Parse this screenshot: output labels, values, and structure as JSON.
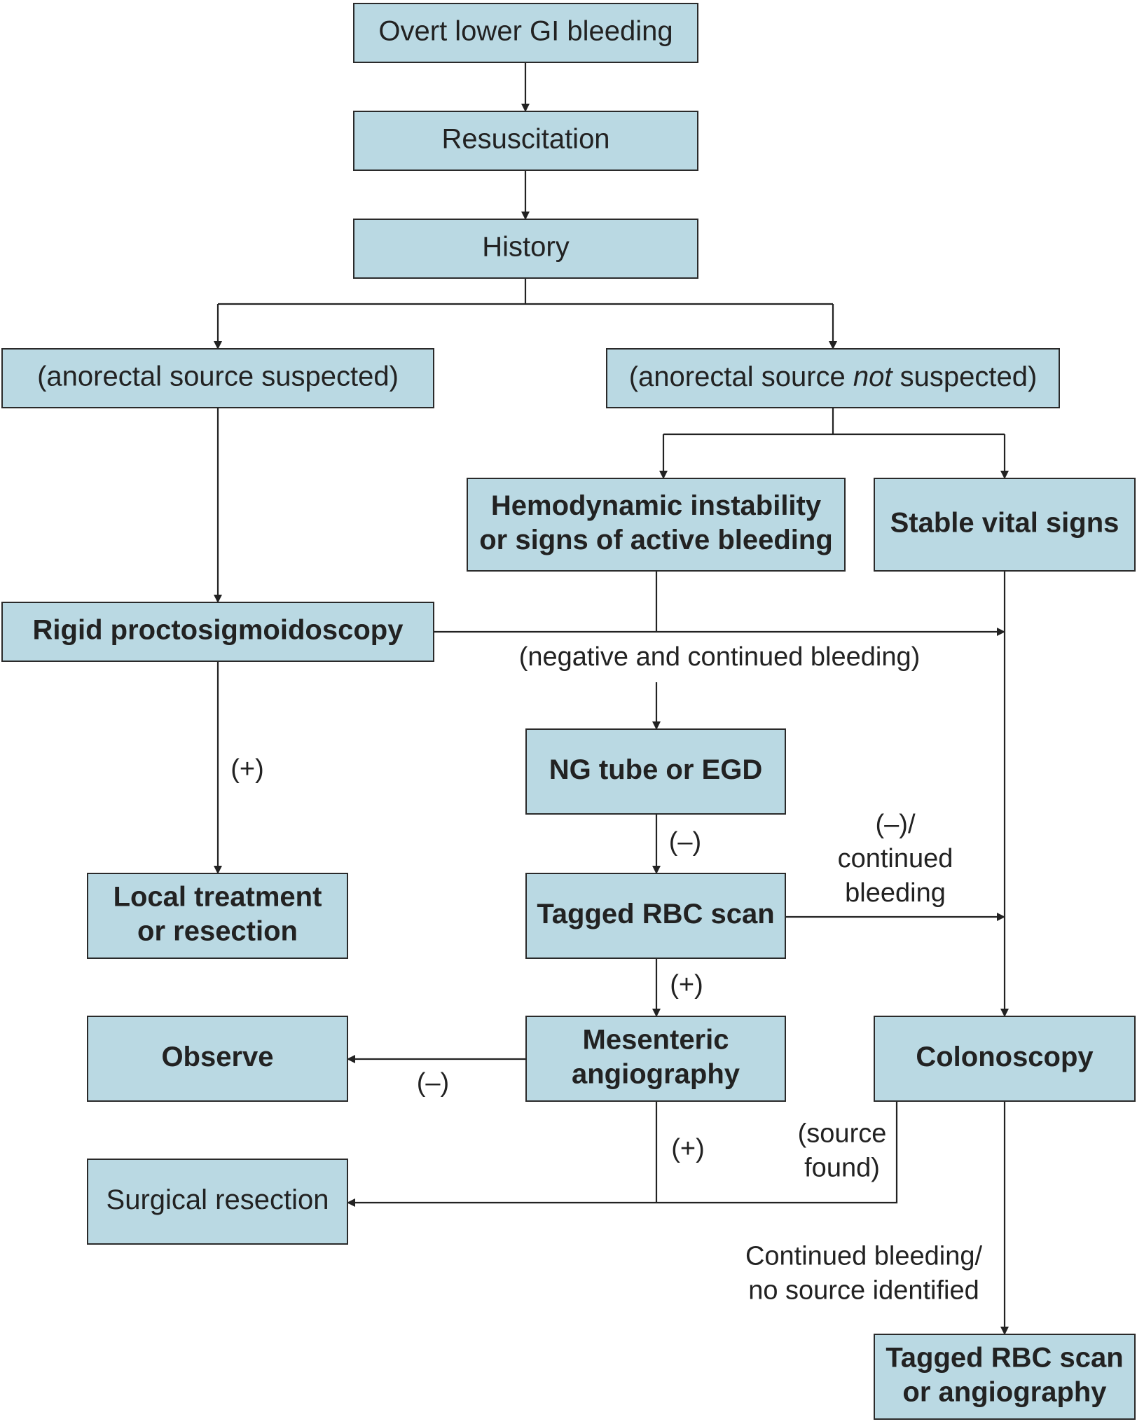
{
  "nodes": {
    "overt": {
      "lines": [
        "Overt lower GI bleeding"
      ],
      "bold": false
    },
    "resus": {
      "lines": [
        "Resuscitation"
      ],
      "bold": false
    },
    "history": {
      "lines": [
        "History"
      ],
      "bold": false
    },
    "anorectal": {
      "lines": [
        "(anorectal source suspected)"
      ],
      "bold": false
    },
    "notsuspected": {
      "lines": [
        [
          "(anorectal source ",
          "not",
          " suspected)"
        ]
      ],
      "bold": false
    },
    "hemodynamic": {
      "lines": [
        "Hemodynamic instability",
        "or signs of active bleeding"
      ],
      "bold": true
    },
    "stable": {
      "lines": [
        "Stable vital signs"
      ],
      "bold": true
    },
    "rigid": {
      "lines": [
        "Rigid proctosigmoidoscopy"
      ],
      "bold": true
    },
    "ngtube": {
      "lines": [
        "NG tube or EGD"
      ],
      "bold": true
    },
    "local": {
      "lines": [
        "Local treatment",
        "or resection"
      ],
      "bold": true
    },
    "tagged": {
      "lines": [
        "Tagged RBC scan"
      ],
      "bold": true
    },
    "observe": {
      "lines": [
        "Observe"
      ],
      "bold": true
    },
    "mesenteric": {
      "lines": [
        "Mesenteric",
        "angiography"
      ],
      "bold": true
    },
    "colonoscopy": {
      "lines": [
        "Colonoscopy"
      ],
      "bold": true
    },
    "surgical": {
      "lines": [
        "Surgical resection"
      ],
      "bold": false
    },
    "tagged2": {
      "lines": [
        "Tagged RBC scan",
        "or angiography"
      ],
      "bold": true
    }
  },
  "labels": {
    "negative_continued": [
      "(negative and continued bleeding)"
    ],
    "plus_rigid": [
      "(+)"
    ],
    "minus_ng": [
      "(–)"
    ],
    "minus_continued": [
      "(–)/",
      "continued",
      "bleeding"
    ],
    "plus_tagged": [
      "(+)"
    ],
    "minus_observe": [
      "(–)"
    ],
    "plus_mesenteric": [
      "(+)"
    ],
    "source_found": [
      "(source",
      "found)"
    ],
    "continued_no_source": [
      "Continued bleeding/",
      "no source identified"
    ]
  },
  "colors": {
    "box_fill": "#bad9e3",
    "box_stroke": "#2a2a2a",
    "line": "#222222",
    "text": "#222222"
  }
}
